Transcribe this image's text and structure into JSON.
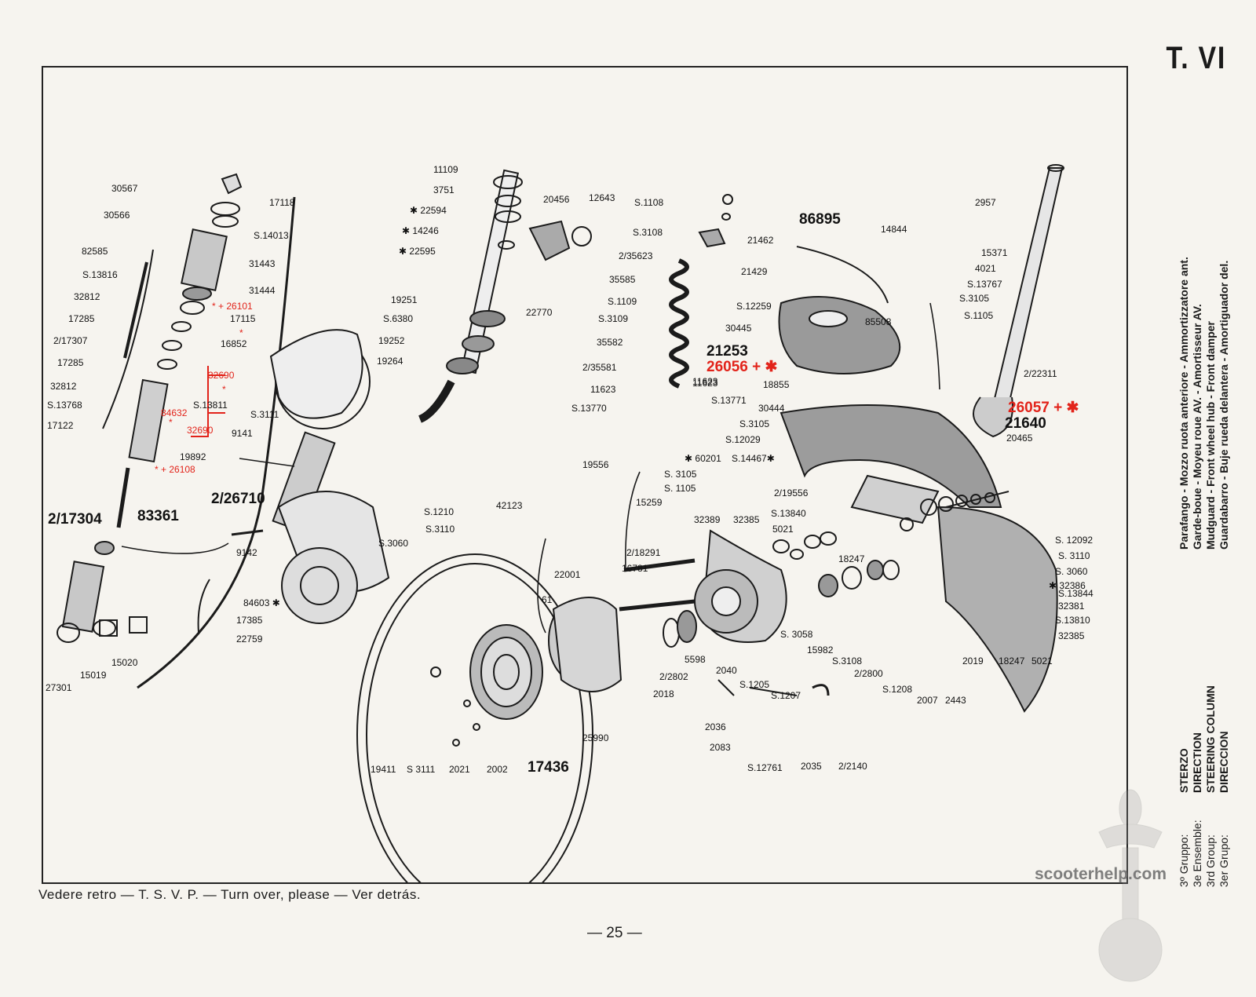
{
  "plate": {
    "id": "T. VI"
  },
  "footer": {
    "note": "Vedere retro — T. S. V. P. — Turn over, please — Ver detrás.",
    "page": "— 25 —"
  },
  "watermark": {
    "text": "scooterhelp.com"
  },
  "side": {
    "desc": [
      "Parafango - Mozzo ruota anteriore - Ammortizzatore ant.",
      "Garde-boue - Moyeu roue AV. - Amortisseur AV.",
      "Mudguard - Front wheel hub - Front damper",
      "Guardabarro - Buje rueda delantera - Amortiguador del."
    ],
    "groups": [
      {
        "key": "3º Gruppo:",
        "value": "STERZO"
      },
      {
        "key": "3e Ensemble:",
        "value": "DIRECTION"
      },
      {
        "key": "3rd Group:",
        "value": "STEERING COLUMN"
      },
      {
        "key": "3er Grupo:",
        "value": "DIRECCION"
      }
    ]
  },
  "labels": {
    "l1": "30567",
    "l2": "30566",
    "l3": "17118",
    "l4": "S.14013",
    "l5": "31443",
    "l6": "31444",
    "l7": "* + 26101",
    "l8": "17115",
    "l9": "*",
    "l10": "16852",
    "l11": "32690",
    "l12": "*",
    "l13": "S.13811",
    "l14": "84632",
    "l15": "*",
    "l16": "32690",
    "l17": "19892",
    "l18": "* + 26108",
    "l19": "82585",
    "l20": "S.13816",
    "l21": "32812",
    "l22": "17285",
    "l23": "2/17307",
    "l24": "17285",
    "l25": "32812",
    "l26": "S.13768",
    "l27": "17122",
    "l28": "2/17304",
    "l29": "83361",
    "l30": "27301",
    "l31": "15019",
    "l32": "15020",
    "l33": "84603 ✱",
    "l34": "17385",
    "l35": "22759",
    "l36": "S.3111",
    "l37": "9141",
    "l38": "2/26710",
    "l39": "9142",
    "l40": "S.1210",
    "l41": "S.3110",
    "l42": "S.3060",
    "l43": "11109",
    "l44": "3751",
    "l45": "✱ 22594",
    "l46": "✱ 14246",
    "l47": "✱ 22595",
    "l48": "20456",
    "l49": "12643",
    "l50": "22770",
    "l51": "19251",
    "l52": "S.6380",
    "l53": "19252",
    "l54": "19264",
    "l55": "S.1108",
    "l56": "S.3108",
    "l57": "2/35623",
    "l58": "35585",
    "l59": "S.1109",
    "l60": "S.3109",
    "l61": "35582",
    "l62": "2/35581",
    "l63": "11623",
    "l64": "11623",
    "l65": "S.13771",
    "l66": "S.13770",
    "l67": "19556",
    "l68": "✱ 60201",
    "l69": "S.14467✱",
    "l70": "S. 3105",
    "l71": "S. 1105",
    "l72": "86895",
    "l73": "21462",
    "l74": "21429",
    "l75": "S.12259",
    "l76": "30445",
    "l77": "21253",
    "l78": "26056 + ✱",
    "l79": "11623",
    "l80": "18855",
    "l81": "85508",
    "l82": "2957",
    "l83": "14844",
    "l84": "15371",
    "l85": "4021",
    "l86": "S.13767",
    "l87": "S.3105",
    "l88": "S.1105",
    "l89": "2/22311",
    "l90": "26057 + ✱",
    "l91": "21640",
    "l92": "20465",
    "l93": "30444",
    "l94": "S.3105",
    "l95": "S.12029",
    "l96": "2/19556",
    "l97": "S.13840",
    "l98": "42123",
    "l99": "15259",
    "l100": "32389",
    "l101": "32385",
    "l102": "5021",
    "l103": "18247",
    "l104": "2/18291",
    "l105": "16781",
    "l106": "22001",
    "l107": "61",
    "l108": "S. 12092",
    "l109": "S. 3110",
    "l110": "S. 3060",
    "l111": "✱ 32386",
    "l112": "S.13844",
    "l113": "32381",
    "l114": "S.13810",
    "l115": "32385",
    "l116": "S. 3058",
    "l117": "15982",
    "l118": "S.3108",
    "l119": "2/2800",
    "l120": "S.1208",
    "l121": "2007",
    "l122": "2443",
    "l123": "2019",
    "l124": "18247",
    "l125": "5021",
    "l126": "5598",
    "l127": "2/2802",
    "l128": "2018",
    "l129": "2040",
    "l130": "S.1205",
    "l131": "S.1207",
    "l132": "2036",
    "l133": "2083",
    "l134": "S.12761",
    "l135": "2035",
    "l136": "2/2140",
    "l137": "19411",
    "l138": "S 3111",
    "l139": "2021",
    "l140": "2002",
    "l141": "17436",
    "l142": "25990"
  }
}
